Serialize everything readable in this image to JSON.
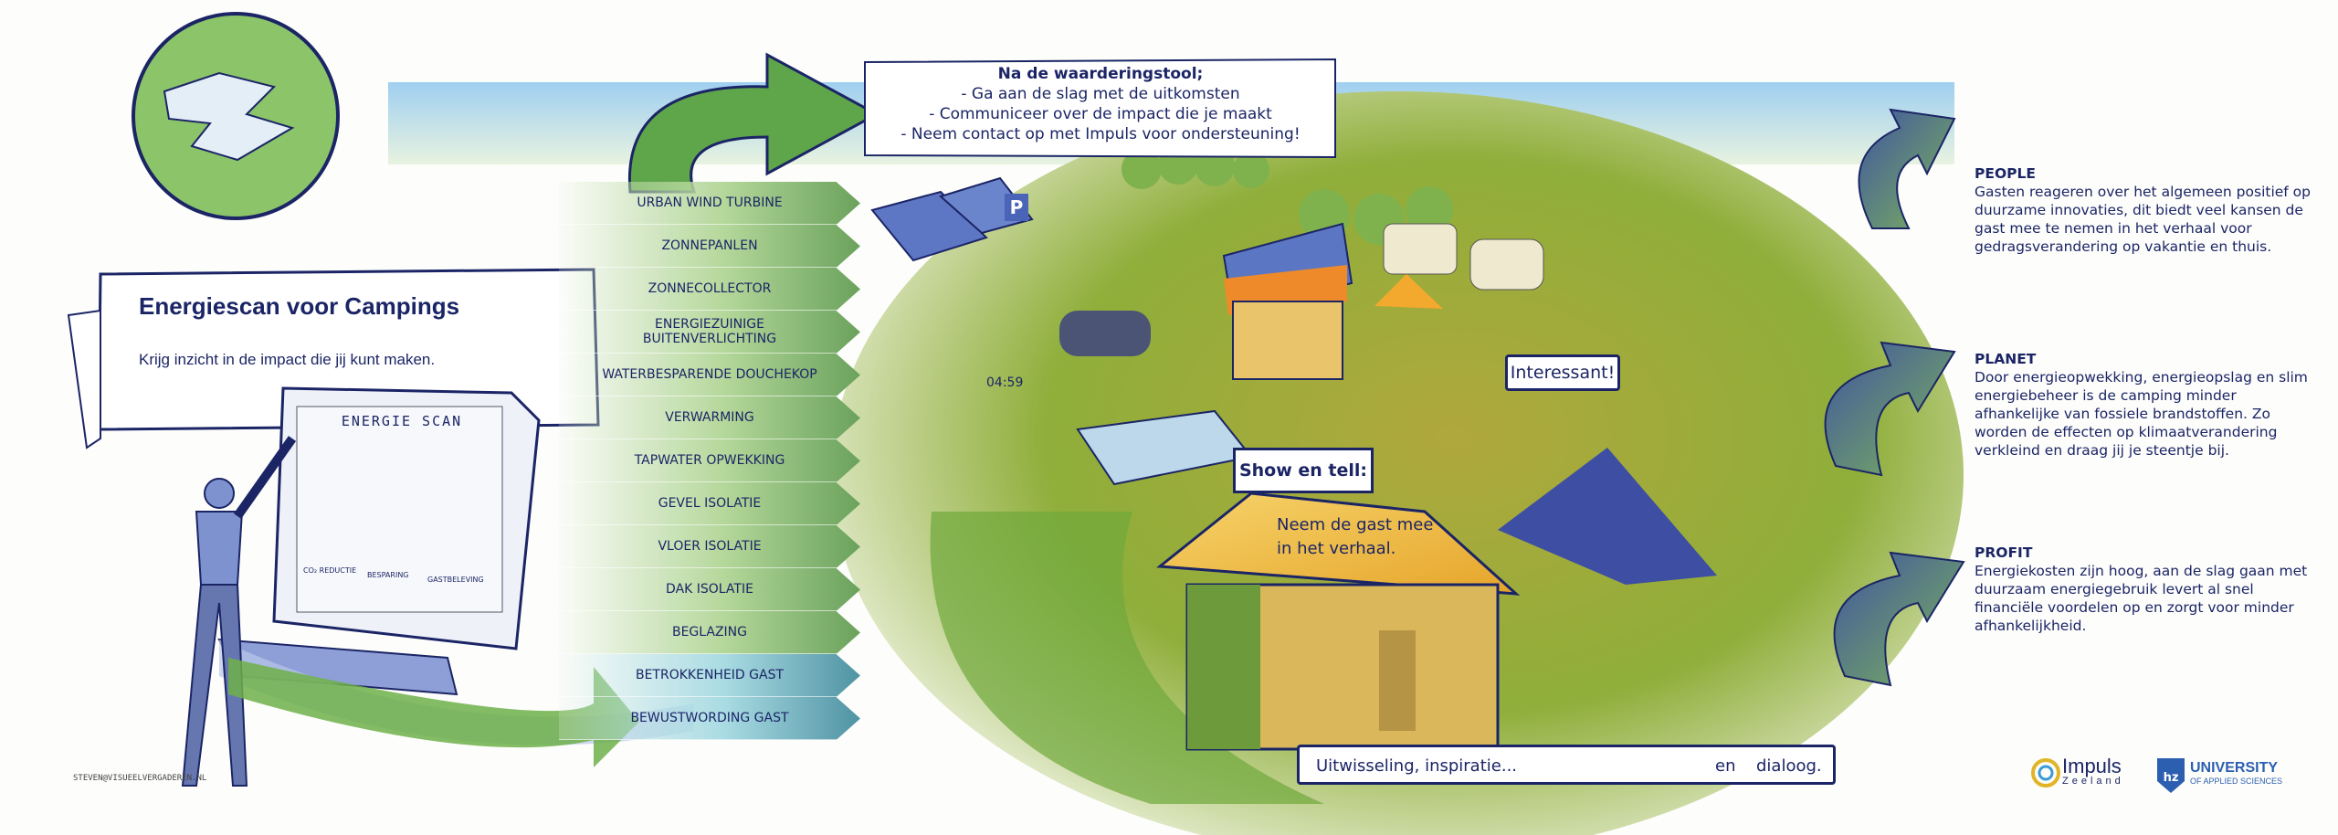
{
  "header": {
    "title": "Energiescan voor Campings",
    "subtitle": "Krijg inzicht in de impact die jij kunt maken."
  },
  "screen": {
    "title": "ENERGIE SCAN",
    "labels": [
      "CO₂ REDUCTIE",
      "BESPARING",
      "GASTBELEVING"
    ]
  },
  "measures": [
    "URBAN WIND TURBINE",
    "ZONNEPANLEN",
    "ZONNECOLLECTOR",
    "ENERGIEZUINIGE BUITENVERLICHTING",
    "WATERBESPARENDE DOUCHEKOP",
    "VERWARMING",
    "TAPWATER OPWEKKING",
    "GEVEL ISOLATIE",
    "VLOER ISOLATIE",
    "DAK ISOLATIE",
    "BEGLAZING",
    "BETROKKENHEID GAST",
    "BEWUSTWORDING GAST"
  ],
  "next_steps": {
    "heading": "Na de waarderingstool;",
    "lines": [
      "- Ga aan de slag met de uitkomsten",
      "- Communiceer over de impact die je maakt",
      "- Neem contact op met Impuls voor ondersteuning!"
    ]
  },
  "scene": {
    "parking_sign": "P",
    "timer": "04:59",
    "interessant": "Interessant!",
    "show_heading": "Show en tell:",
    "show_text_1": "Neem de gast mee",
    "show_text_2": "in het verhaal.",
    "exchange_1": "Uitwisseling, inspiratie...",
    "exchange_2": "en",
    "exchange_3": "dialoog."
  },
  "pillars": [
    {
      "heading": "PEOPLE",
      "text": "Gasten  reageren over het algemeen positief op duurzame innovaties, dit biedt veel kansen de gast mee te nemen in het verhaal voor gedragsverandering op vakantie en thuis."
    },
    {
      "heading": "PLANET",
      "text": "Door energieopwekking, energieopslag en slim energiebeheer is de camping minder afhankelijke van fossiele brandstoffen. Zo worden de effecten op klimaatverandering verkleind en draag jij je steentje bij."
    },
    {
      "heading": "PROFIT",
      "text": "Energiekosten zijn hoog, aan de slag gaan met duurzaam energiegebruik levert al snel financiële voordelen op en zorgt voor minder afhankelijkheid."
    }
  ],
  "logos": {
    "impuls_1": "Impuls",
    "impuls_2": "Zeeland",
    "hz_1": "UNIVERSITY",
    "hz_2": "OF APPLIED SCIENCES"
  },
  "signature": "STEVEN@VISUEELVERGADEREN.NL",
  "colors": {
    "navy": "#1b2566",
    "green": "#5a9e3c",
    "grass": "#a8b03c",
    "sky": "#a9d4ef"
  }
}
